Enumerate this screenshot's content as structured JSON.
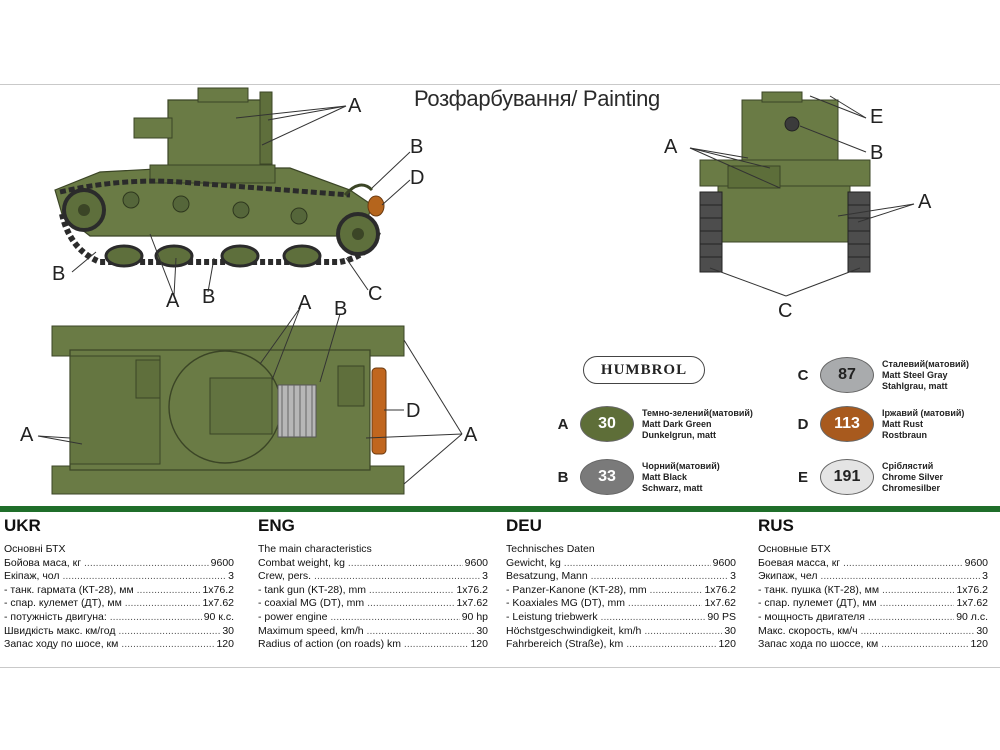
{
  "title": "Розфарбування/ Painting",
  "callouts": {
    "a": "A",
    "b": "B",
    "c": "C",
    "d": "D",
    "e": "E"
  },
  "humbrol": "HUMBROL",
  "paints": [
    {
      "key": "A",
      "number": "30",
      "color": "#5e6e38",
      "text_color": "#ffffff",
      "names": [
        "Темно-зелений(матовий)",
        "Matt Dark Green",
        "Dunkelgrun, matt"
      ]
    },
    {
      "key": "B",
      "number": "33",
      "color": "#7a7a7a",
      "text_color": "#ffffff",
      "names": [
        "Чорний(матовий)",
        "Matt Black",
        "Schwarz, matt"
      ]
    },
    {
      "key": "C",
      "number": "87",
      "color": "#a9abad",
      "text_color": "#222222",
      "names": [
        "Сталевий(матовий)",
        "Matt Steel Gray",
        "Stahlgrau, matt"
      ]
    },
    {
      "key": "D",
      "number": "113",
      "color": "#a85a1e",
      "text_color": "#ffffff",
      "names": [
        "Іржавий (матовий)",
        "Matt Rust",
        "Rostbraun"
      ]
    },
    {
      "key": "E",
      "number": "191",
      "color": "#e4e4e4",
      "text_color": "#222222",
      "names": [
        "Сріблястий",
        "Chrome Silver",
        "Chromesilber"
      ]
    }
  ],
  "specs": [
    {
      "lang": "UKR",
      "subtitle": "Основні БТХ",
      "rows": [
        [
          "Бойова маса, кг",
          "9600"
        ],
        [
          "Екіпаж, чол",
          "3"
        ],
        [
          "- танк. гармата (КТ-28), мм",
          "1x76.2"
        ],
        [
          "- спар. кулемет (ДТ), мм",
          "1x7.62"
        ],
        [
          "- потужність двигуна:",
          "90 к.с."
        ],
        [
          "Швидкість макс. км/год",
          "30"
        ],
        [
          "Запас ходу по шосе, км",
          "120"
        ]
      ]
    },
    {
      "lang": "ENG",
      "subtitle": "The main characteristics",
      "rows": [
        [
          "Combat weight, kg",
          "9600"
        ],
        [
          "Crew, pers.",
          "3"
        ],
        [
          "- tank gun (KT-28), mm",
          "1x76.2"
        ],
        [
          "- coaxial MG (DT), mm",
          "1x7.62"
        ],
        [
          "- power engine",
          "90 hp"
        ],
        [
          "Maximum speed, km/h",
          "30"
        ],
        [
          "Radius of action (on roads) km",
          "120"
        ]
      ]
    },
    {
      "lang": "DEU",
      "subtitle": "Technisches Daten",
      "rows": [
        [
          "Gewicht, kg",
          "9600"
        ],
        [
          "Besatzung, Mann",
          "3"
        ],
        [
          "- Panzer-Kanone (KT-28), mm",
          "1x76.2"
        ],
        [
          "- Koaxiales MG (DT), mm",
          "1x7.62"
        ],
        [
          "- Leistung triebwerk",
          "90 PS"
        ],
        [
          "Höchstgeschwindigkeit, km/h",
          "30"
        ],
        [
          "Fahrbereich (Straße), km",
          "120"
        ]
      ]
    },
    {
      "lang": "RUS",
      "subtitle": "Основные БТХ",
      "rows": [
        [
          "Боевая масса, кг",
          "9600"
        ],
        [
          "Экипаж, чел",
          "3"
        ],
        [
          "- танк. пушка (КТ-28), мм",
          "1x76.2"
        ],
        [
          "- спар. пулемет (ДТ), мм",
          "1x7.62"
        ],
        [
          "- мощность двигателя",
          "90 л.с."
        ],
        [
          "Макс. скорость, км/ч",
          "30"
        ],
        [
          "Запас хода по шоссе, км",
          "120"
        ]
      ]
    }
  ]
}
